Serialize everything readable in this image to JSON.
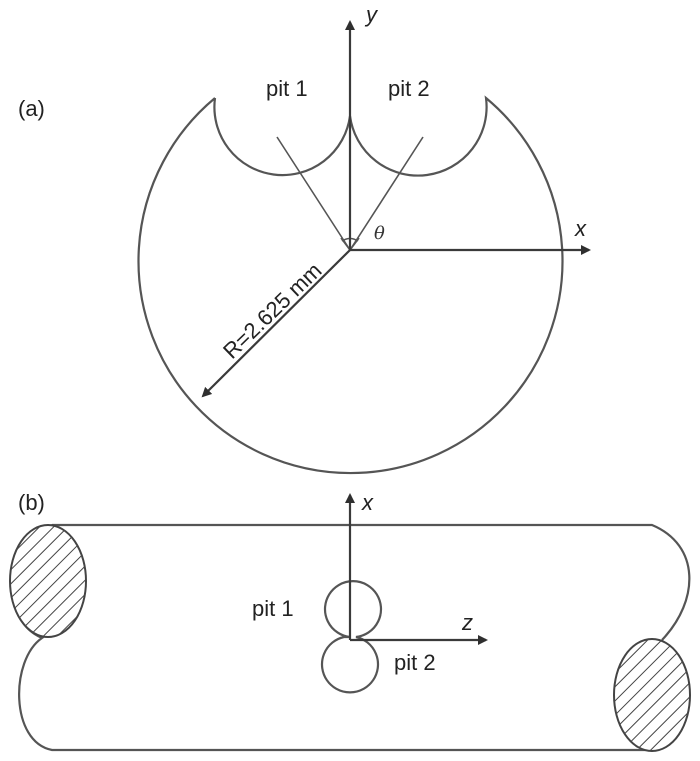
{
  "panel_a": {
    "label": "(a)",
    "axis_y": "y",
    "axis_x": "x",
    "angle_symbol": "θ",
    "pit1": "pit 1",
    "pit2": "pit 2",
    "radius_label": "R=2.625 mm"
  },
  "panel_b": {
    "label": "(b)",
    "axis_x": "x",
    "axis_z": "z",
    "pit1": "pit 1",
    "pit2": "pit 2"
  }
}
